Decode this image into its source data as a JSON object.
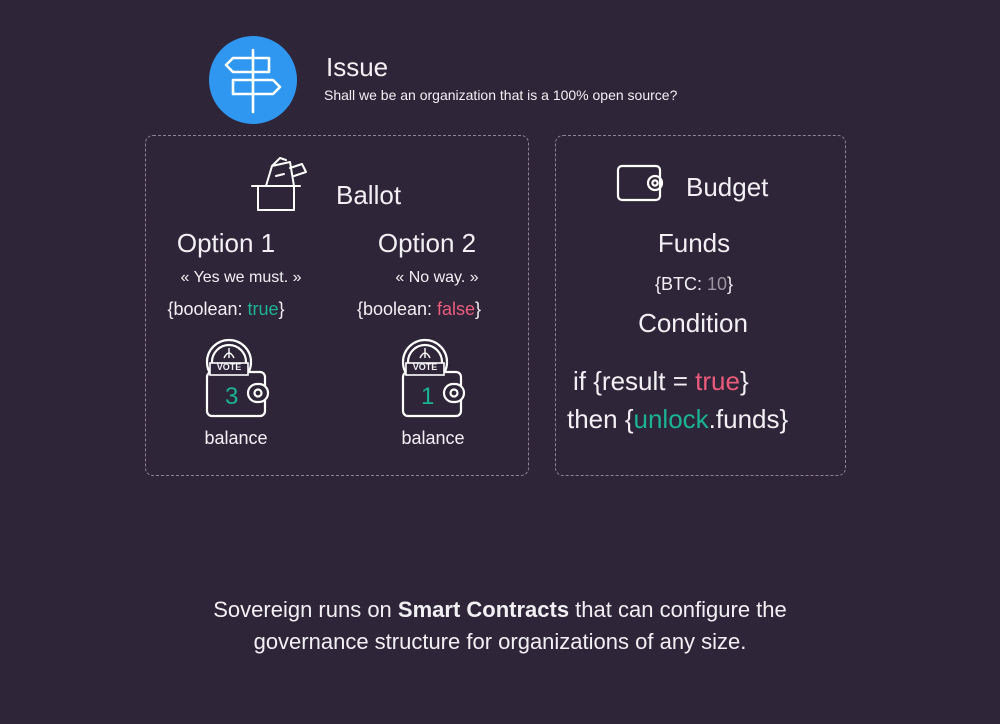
{
  "issue": {
    "icon": "signpost-icon",
    "title": "Issue",
    "question": "Shall we be an organization that is a 100% open source?"
  },
  "ballot": {
    "icon": "ballot-box-icon",
    "title": "Ballot",
    "options": [
      {
        "title": "Option 1",
        "quote": "« Yes we must. »",
        "boolean_prefix": "{boolean: ",
        "boolean_value": "true",
        "boolean_suffix": "}",
        "coin_label": "VOTE",
        "balance_value": "3",
        "balance_label": "balance"
      },
      {
        "title": "Option 2",
        "quote": "« No way. »",
        "boolean_prefix": "{boolean: ",
        "boolean_value": "false",
        "boolean_suffix": "}",
        "coin_label": "VOTE",
        "balance_value": "1",
        "balance_label": "balance"
      }
    ]
  },
  "budget": {
    "icon": "wallet-icon",
    "title": "Budget",
    "funds_title": "Funds",
    "funds_prefix": "{BTC: ",
    "funds_value": "10",
    "funds_suffix": "}",
    "condition_title": "Condition",
    "line1_prefix": "if {result = ",
    "line1_value": "true",
    "line1_suffix": "}",
    "line2_prefix": "then {",
    "line2_value": "unlock",
    "line2_suffix": ".funds}"
  },
  "footer": {
    "text_before": "Sovereign runs on ",
    "text_bold": "Smart Contracts",
    "text_after": " that can configure the",
    "line2": "governance structure for organizations of any size."
  },
  "colors": {
    "background": "#2f2538",
    "accent_blue": "#2f97ef",
    "true_green": "#1ab394",
    "false_pink": "#ec5b7c"
  }
}
